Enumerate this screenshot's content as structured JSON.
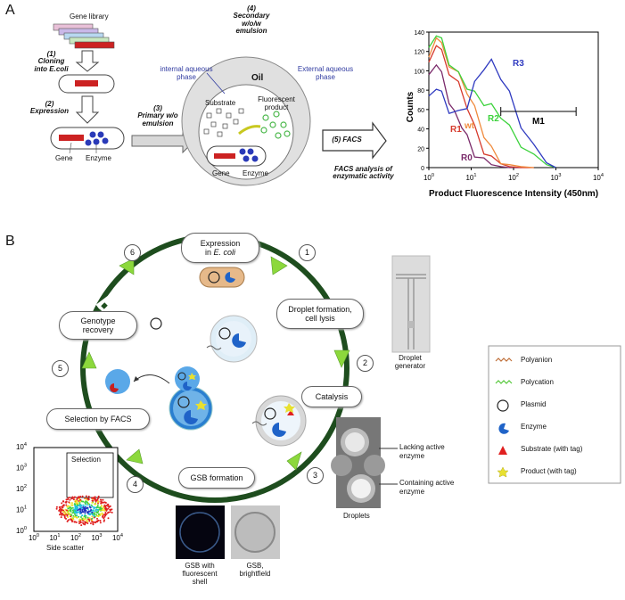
{
  "panel_a": {
    "label": "A",
    "gene_library": "Gene library",
    "step1": "(1)\nCloning\ninto E.coli",
    "step2": "(2)\nExpression",
    "step3": "(3)\nPrimary w/o\nemulsion",
    "step4": "(4)\nSecondary\nw/o/w\nemulsion",
    "internal_phase": "internal aqueous\nphase",
    "external_phase": "External aqueous\nphase",
    "oil": "Oil",
    "substrate": "Substrate",
    "fluorescent_product": "Fluorescent\nproduct",
    "gene": "Gene",
    "enzyme": "Enzyme",
    "gene2": "Gene",
    "enzyme2": "Enzyme",
    "facs": "(5) FACS",
    "facs_analysis": "FACS analysis of\nenzymatic activity"
  },
  "chart_data": {
    "type": "line",
    "xlabel": "Product Fluorescence Intensity (450nm)",
    "ylabel": "Counts",
    "x_scale": "log",
    "xlim": [
      1,
      10000
    ],
    "ylim": [
      0,
      140
    ],
    "x_ticks": [
      "10^0",
      "10^1",
      "10^2",
      "10^3",
      "10^4"
    ],
    "y_ticks": [
      "0",
      "20",
      "40",
      "60",
      "80",
      "100",
      "120",
      "140"
    ],
    "gate_label": "M1",
    "gate_range": [
      50,
      3000
    ],
    "series": [
      {
        "name": "R0",
        "color": "#7a2a6a",
        "x": [
          1,
          1.5,
          2,
          3,
          4,
          6,
          8,
          12,
          20,
          30,
          50,
          80,
          150
        ],
        "y": [
          92,
          110,
          95,
          70,
          55,
          45,
          30,
          15,
          6,
          3,
          1,
          0,
          0
        ]
      },
      {
        "name": "R1",
        "color": "#d63a2c",
        "x": [
          1,
          1.5,
          2,
          3,
          5,
          8,
          12,
          20,
          30,
          50,
          80,
          150,
          300
        ],
        "y": [
          105,
          130,
          118,
          100,
          85,
          65,
          40,
          18,
          8,
          4,
          1,
          0,
          0
        ]
      },
      {
        "name": "wt",
        "color": "#f08a3c",
        "x": [
          1,
          1.5,
          2,
          3,
          5,
          8,
          12,
          20,
          30,
          50,
          80,
          150,
          300
        ],
        "y": [
          110,
          138,
          125,
          108,
          95,
          80,
          60,
          35,
          18,
          8,
          3,
          1,
          0
        ]
      },
      {
        "name": "R2",
        "color": "#3cd23c",
        "x": [
          1,
          1.5,
          2,
          3,
          5,
          8,
          12,
          20,
          30,
          50,
          80,
          150,
          300,
          600,
          1000
        ],
        "y": [
          120,
          140,
          130,
          110,
          95,
          85,
          75,
          68,
          62,
          55,
          40,
          25,
          10,
          3,
          0
        ]
      },
      {
        "name": "R3",
        "color": "#2f3ac0",
        "x": [
          1,
          1.5,
          2,
          3,
          5,
          8,
          12,
          20,
          30,
          50,
          80,
          150,
          300,
          600,
          1000
        ],
        "y": [
          70,
          85,
          75,
          60,
          55,
          65,
          85,
          105,
          108,
          95,
          75,
          45,
          20,
          5,
          0
        ]
      }
    ]
  },
  "panel_b": {
    "label": "B",
    "expression_line1": "Expression",
    "expression_line2_pre": "in ",
    "expression_line2_it": "E. coli",
    "droplet_formation": "Droplet formation,\ncell lysis",
    "catalysis": "Catalysis",
    "gsb_formation": "GSB formation",
    "selection_facs": "Selection by FACS",
    "genotype_recovery": "Genotype\nrecovery",
    "steps": [
      "1",
      "2",
      "3",
      "4",
      "5",
      "6"
    ],
    "droplet_generator": "Droplet\ngenerator",
    "lacking_active": "Lacking active\nenzyme",
    "containing_active": "Containing active\nenzyme",
    "droplets": "Droplets",
    "gsb_fluorescent": "GSB with\nfluorescent\nshell",
    "gsb_brightfield": "GSB,\nbrightfield",
    "selection_label": "Selection",
    "side_scatter": "Side scatter",
    "scatter_x_ticks": [
      "10^0",
      "10^1",
      "10^2",
      "10^3",
      "10^4"
    ],
    "scatter_y_ticks": [
      "10^0",
      "10^1",
      "10^2",
      "10^3",
      "10^4"
    ],
    "legend": [
      {
        "label": "Polyanion",
        "icon": "polyanion-icon",
        "color": "#c0703a"
      },
      {
        "label": "Polycation",
        "icon": "polycation-icon",
        "color": "#55c83a"
      },
      {
        "label": "Plasmid",
        "icon": "plasmid-icon",
        "color": "#222222"
      },
      {
        "label": "Enzyme",
        "icon": "enzyme-icon",
        "color": "#1f63c8"
      },
      {
        "label": "Substrate (with tag)",
        "icon": "substrate-icon",
        "color": "#e02020"
      },
      {
        "label": "Product (with tag)",
        "icon": "product-icon",
        "color": "#e8e030"
      }
    ]
  }
}
